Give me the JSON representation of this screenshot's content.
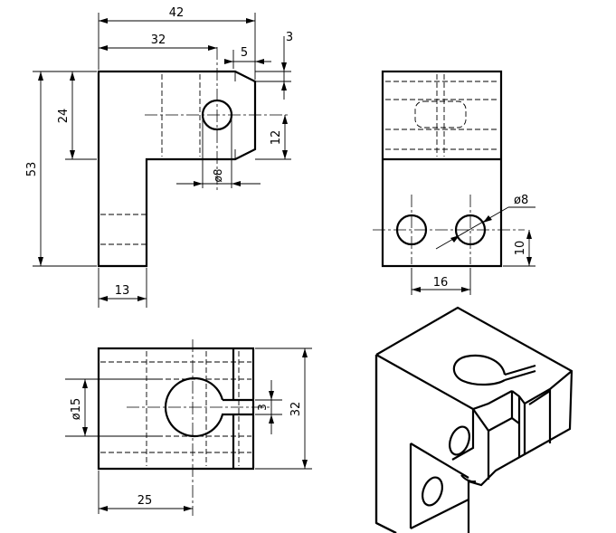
{
  "drawing": {
    "front_view": {
      "dimensions": {
        "overall_width": "42",
        "hole_center_offset": "32",
        "chamfer_width": "5",
        "chamfer_height": "3",
        "upper_height": "24",
        "total_height": "53",
        "hole_height": "12",
        "hole_diameter": "ø8",
        "leg_width": "13"
      }
    },
    "side_view": {
      "dimensions": {
        "hole_diameter": "ø8",
        "hole_spacing": "16",
        "hole_height": "10"
      }
    },
    "top_view": {
      "dimensions": {
        "bore_diameter": "ø15",
        "slot_width": "3",
        "depth": "32",
        "bore_center_offset": "25"
      }
    }
  }
}
